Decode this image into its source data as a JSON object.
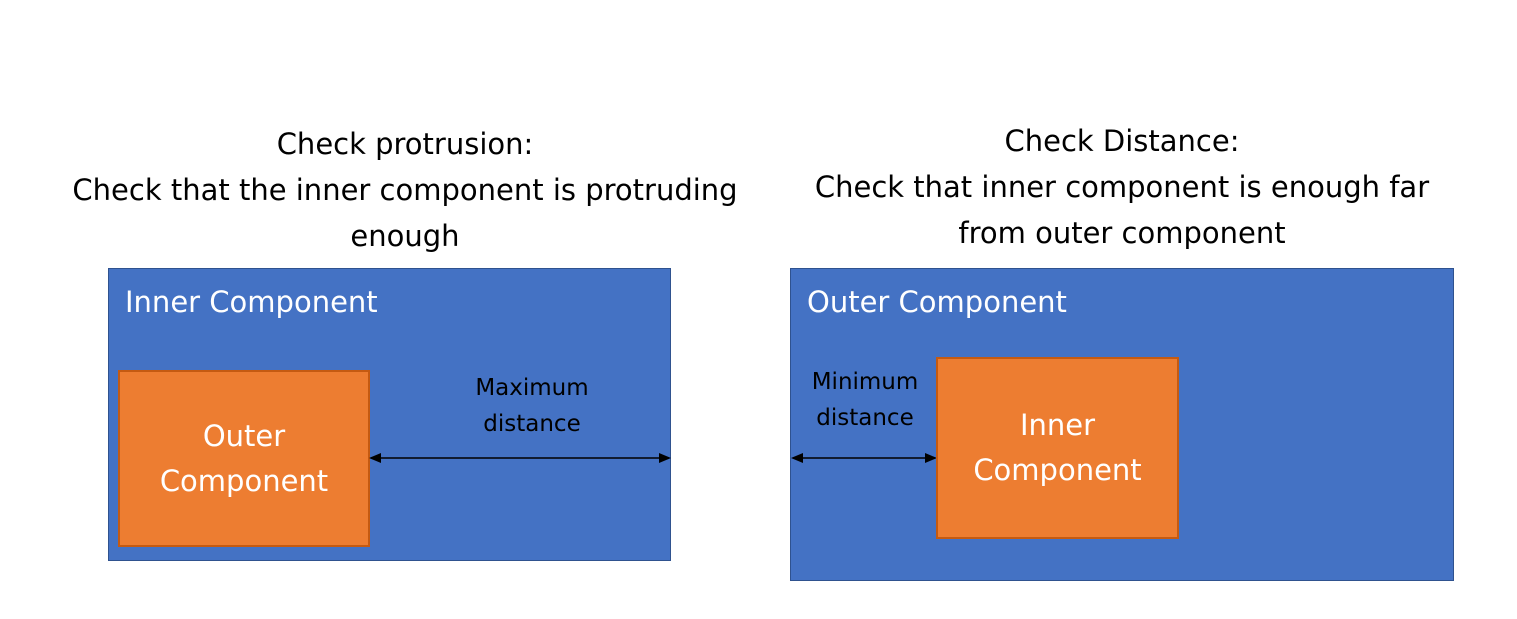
{
  "colors": {
    "panel_blue": "#4472C4",
    "box_orange": "#ED7D31",
    "text_dark": "#000000",
    "text_light": "#FFFFFF"
  },
  "left_panel": {
    "heading": [
      "Check protrusion:",
      "Check that the inner component is protruding",
      "enough"
    ],
    "container_label": "Inner Component",
    "box_label": [
      "Outer",
      "Component"
    ],
    "distance_label": [
      "Maximum",
      "distance"
    ]
  },
  "right_panel": {
    "heading": [
      "Check Distance:",
      "Check that inner component is enough far",
      "from outer component"
    ],
    "container_label": "Outer Component",
    "box_label": [
      "Inner",
      "Component"
    ],
    "distance_label": [
      "Minimum",
      "distance"
    ]
  }
}
